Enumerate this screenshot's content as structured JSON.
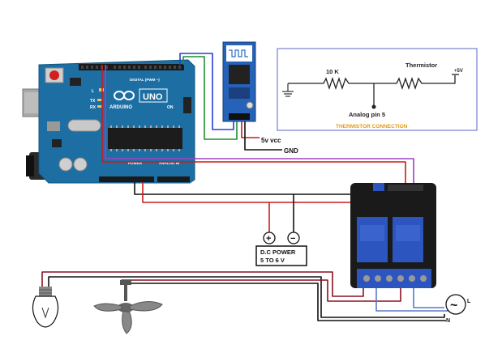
{
  "arduino": {
    "logo_text": "ARDUINO",
    "model": "UNO",
    "digital_header": "DIGITAL (PWM ~)",
    "analog_header": "ANALOG IN",
    "power_header": "POWER",
    "tx_label": "TX",
    "rx_label": "RX",
    "l_label": "L",
    "on_label": "ON"
  },
  "bluetooth": {
    "vcc_label": "5v vcc",
    "gnd_label": "GND"
  },
  "thermistor": {
    "resistor_label": "10 K",
    "thermistor_label": "Thermistor",
    "analog_pin_label": "Analog pin 5",
    "vcc_label": "+5V",
    "caption": "THERMISTOR CONNECTION"
  },
  "dc_power": {
    "plus_symbol": "+",
    "minus_symbol": "−",
    "line1": "D.C POWER",
    "line2": "5 TO  6  V"
  },
  "ac_source": {
    "l_label": "L",
    "n_label": "N",
    "symbol": "~"
  },
  "colors": {
    "wire_red": "#cc1b1b",
    "wire_black": "#111111",
    "wire_purple": "#a040c0",
    "wire_green": "#1e8f2e",
    "wire_blue": "#2a3fd0",
    "wire_dark_red": "#8a1020",
    "wire_ac_blue": "#5a78c8",
    "arduino_board": "#1d6fa3",
    "relay_board": "#1a1a1a",
    "relay_blue": "#2d55c0",
    "caption_orange": "#e39a1d",
    "box_border": "#5866c6"
  }
}
